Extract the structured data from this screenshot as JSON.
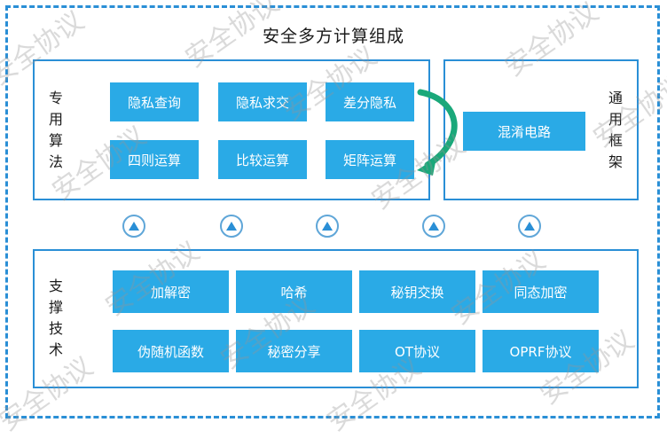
{
  "title": "安全多方计算组成",
  "special_algorithms": {
    "label_chars": [
      "专",
      "用",
      "算",
      "法"
    ],
    "items": [
      "隐私查询",
      "隐私求交",
      "差分隐私",
      "四则运算",
      "比较运算",
      "矩阵运算"
    ]
  },
  "general_framework": {
    "label_chars": [
      "通",
      "用",
      "框",
      "架"
    ],
    "items": [
      "混淆电路"
    ]
  },
  "support_tech": {
    "label_chars": [
      "支",
      "撑",
      "技",
      "术"
    ],
    "items": [
      "加解密",
      "哈希",
      "秘钥交换",
      "同态加密",
      "伪随机函数",
      "秘密分享",
      "OT协议",
      "OPRF协议"
    ]
  },
  "connector_count": 5,
  "watermark": "安全协议",
  "colors": {
    "accent": "#2a8fd6",
    "box": "#2aaae6",
    "arrow": "#1aa87a"
  }
}
